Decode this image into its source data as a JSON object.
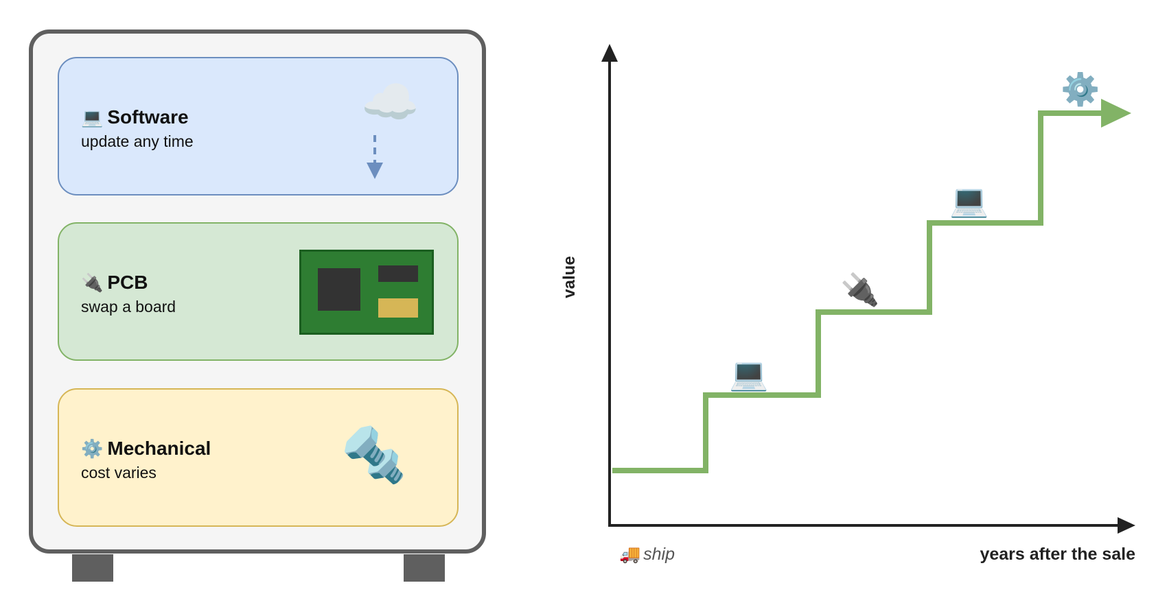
{
  "layers": {
    "software": {
      "icon": "💻",
      "title": "Software",
      "subtitle": "update any time",
      "art_icon": "☁️"
    },
    "pcb": {
      "icon": "🔌",
      "title": "PCB",
      "subtitle": "swap a board"
    },
    "mechanical": {
      "icon": "⚙️",
      "title": "Mechanical",
      "subtitle": "cost varies",
      "art_icon": "🔩"
    }
  },
  "chart": {
    "ylabel": "value",
    "xlabel": "years after the sale",
    "ship_icon": "🚚",
    "ship_label": "ship",
    "markers": [
      "💻",
      "🔌",
      "💻",
      "⚙️"
    ],
    "line_color": "#82b366",
    "axis_color": "#222222"
  },
  "colors": {
    "software_fill": "#dae8fc",
    "software_border": "#6c8ebf",
    "pcb_fill": "#d5e8d4",
    "pcb_border": "#82b366",
    "mech_fill": "#fff2cc",
    "mech_border": "#d6b656",
    "cabinet_border": "#5f5f5f"
  }
}
